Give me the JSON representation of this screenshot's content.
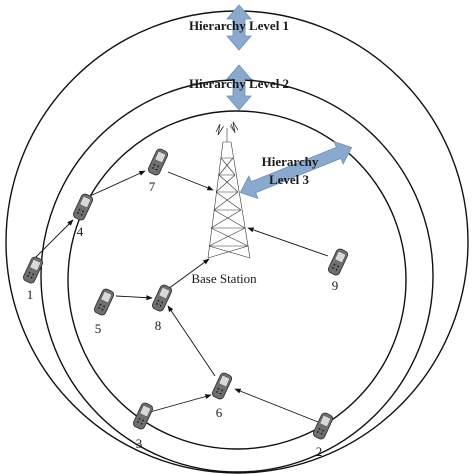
{
  "levels": {
    "level1": "Hierarchy Level 1",
    "level2": "Hierarchy Level 2",
    "level3_line1": "Hierarchy",
    "level3_line2": "Level 3"
  },
  "base_station": {
    "label": "Base Station"
  },
  "nodes": [
    "1",
    "2",
    "3",
    "4",
    "5",
    "6",
    "7",
    "8",
    "9"
  ],
  "colors": {
    "arrow_fill": "#8aa9cf",
    "phone": "#6f6f6f",
    "lines": "#111111"
  }
}
